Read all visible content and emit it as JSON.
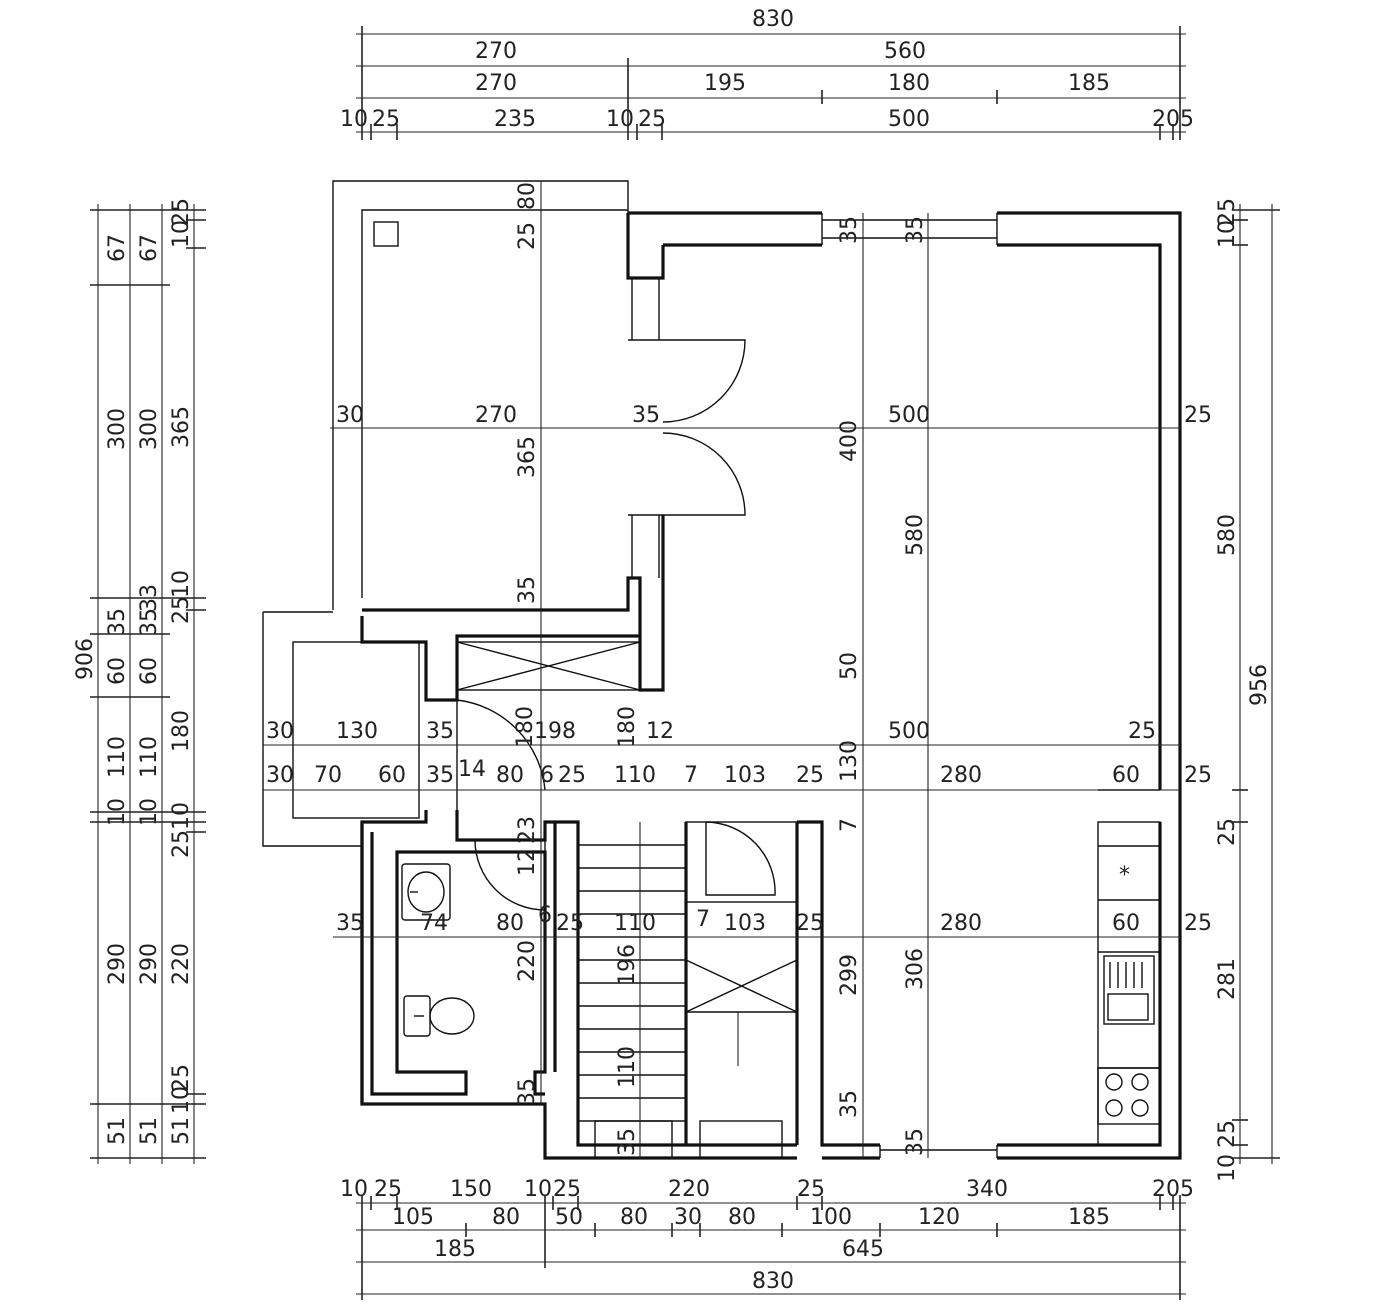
{
  "top_dimensions": {
    "row1": [
      "830"
    ],
    "row2": [
      "270",
      "560"
    ],
    "row3": [
      "270",
      "195",
      "180",
      "185"
    ],
    "row4": [
      "10",
      "25",
      "235",
      "10",
      "25",
      "500",
      "20",
      "5"
    ]
  },
  "bottom_dimensions": {
    "row1": [
      "10",
      "25",
      "150",
      "10",
      "25",
      "220",
      "25",
      "340",
      "20",
      "5"
    ],
    "row2": [
      "105",
      "80",
      "50",
      "80",
      "30",
      "80",
      "100",
      "120",
      "185"
    ],
    "row3": [
      "185",
      "645"
    ],
    "row4": [
      "830"
    ]
  },
  "left_dimensions": {
    "total": "906",
    "col2": [
      "67",
      "300",
      "35",
      "60",
      "110",
      "10",
      "290",
      "51"
    ],
    "col3": [
      "67",
      "300",
      "35",
      "33",
      "60",
      "110",
      "10",
      "290",
      "51"
    ],
    "col4": [
      "25",
      "10",
      "365",
      "25",
      "10",
      "180",
      "25",
      "10",
      "220",
      "25",
      "10",
      "51"
    ]
  },
  "right_dimensions": {
    "total": "956",
    "col1": [
      "25",
      "10",
      "580",
      "25",
      "281",
      "10",
      "25"
    ]
  },
  "interior_labels": {
    "upper_row": [
      "30",
      "270",
      "35",
      "500",
      "25"
    ],
    "mid_row1": [
      "30",
      "130",
      "35",
      "180",
      "198",
      "180",
      "12",
      "500",
      "25"
    ],
    "mid_row2": [
      "30",
      "70",
      "60",
      "35",
      "14",
      "80",
      "6",
      "25",
      "110",
      "7",
      "103",
      "25",
      "280",
      "60",
      "25"
    ],
    "lower_row": [
      "35",
      "74",
      "80",
      "6",
      "25",
      "110",
      "7",
      "103",
      "25",
      "280",
      "60",
      "25"
    ],
    "vertical": [
      "25",
      "80",
      "365",
      "35",
      "400",
      "580",
      "50",
      "130",
      "7",
      "12",
      "23",
      "220",
      "196",
      "110",
      "35",
      "299",
      "306",
      "35",
      "35",
      "35",
      "35",
      "35"
    ]
  },
  "symbols": {
    "hob": "*"
  }
}
